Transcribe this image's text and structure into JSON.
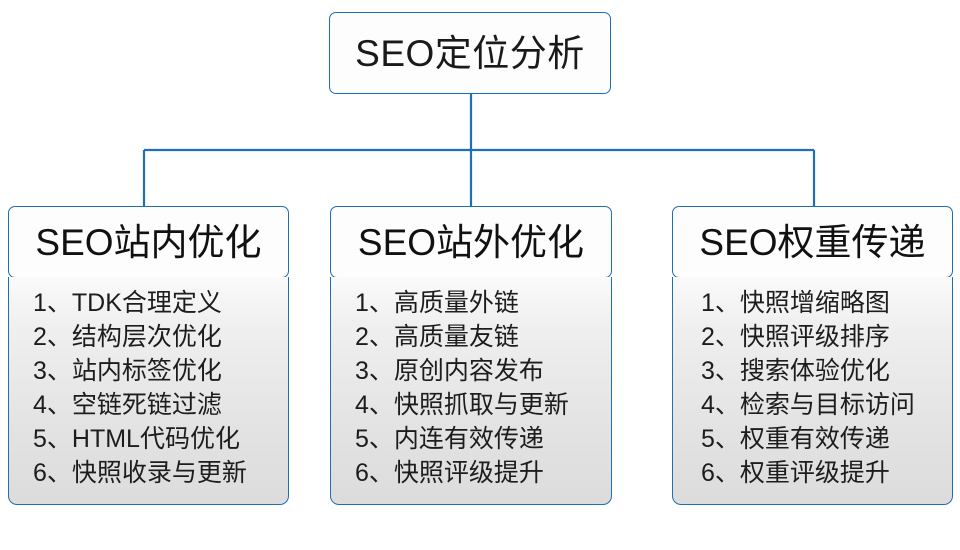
{
  "diagram": {
    "type": "org-tree",
    "root": {
      "title": "SEO定位分析"
    },
    "accent_color": "#1f6fb5",
    "branches": [
      {
        "title": "SEO站内优化",
        "items": [
          {
            "index": "1、",
            "text": "TDK合理定义"
          },
          {
            "index": "2、",
            "text": "结构层次优化"
          },
          {
            "index": "3、",
            "text": "站内标签优化"
          },
          {
            "index": "4、",
            "text": "空链死链过滤"
          },
          {
            "index": "5、",
            "text": "HTML代码优化"
          },
          {
            "index": "6、",
            "text": "快照收录与更新"
          }
        ]
      },
      {
        "title": "SEO站外优化",
        "items": [
          {
            "index": "1、",
            "text": "高质量外链"
          },
          {
            "index": "2、",
            "text": "高质量友链"
          },
          {
            "index": "3、",
            "text": "原创内容发布"
          },
          {
            "index": "4、",
            "text": "快照抓取与更新"
          },
          {
            "index": "5、",
            "text": "内连有效传递"
          },
          {
            "index": "6、",
            "text": "快照评级提升"
          }
        ]
      },
      {
        "title": "SEO权重传递",
        "items": [
          {
            "index": "1、",
            "text": "快照增缩略图"
          },
          {
            "index": "2、",
            "text": "快照评级排序"
          },
          {
            "index": "3、",
            "text": "搜索体验优化"
          },
          {
            "index": "4、",
            "text": "检索与目标访问"
          },
          {
            "index": "5、",
            "text": "权重有效传递"
          },
          {
            "index": "6、",
            "text": "权重评级提升"
          }
        ]
      }
    ]
  }
}
